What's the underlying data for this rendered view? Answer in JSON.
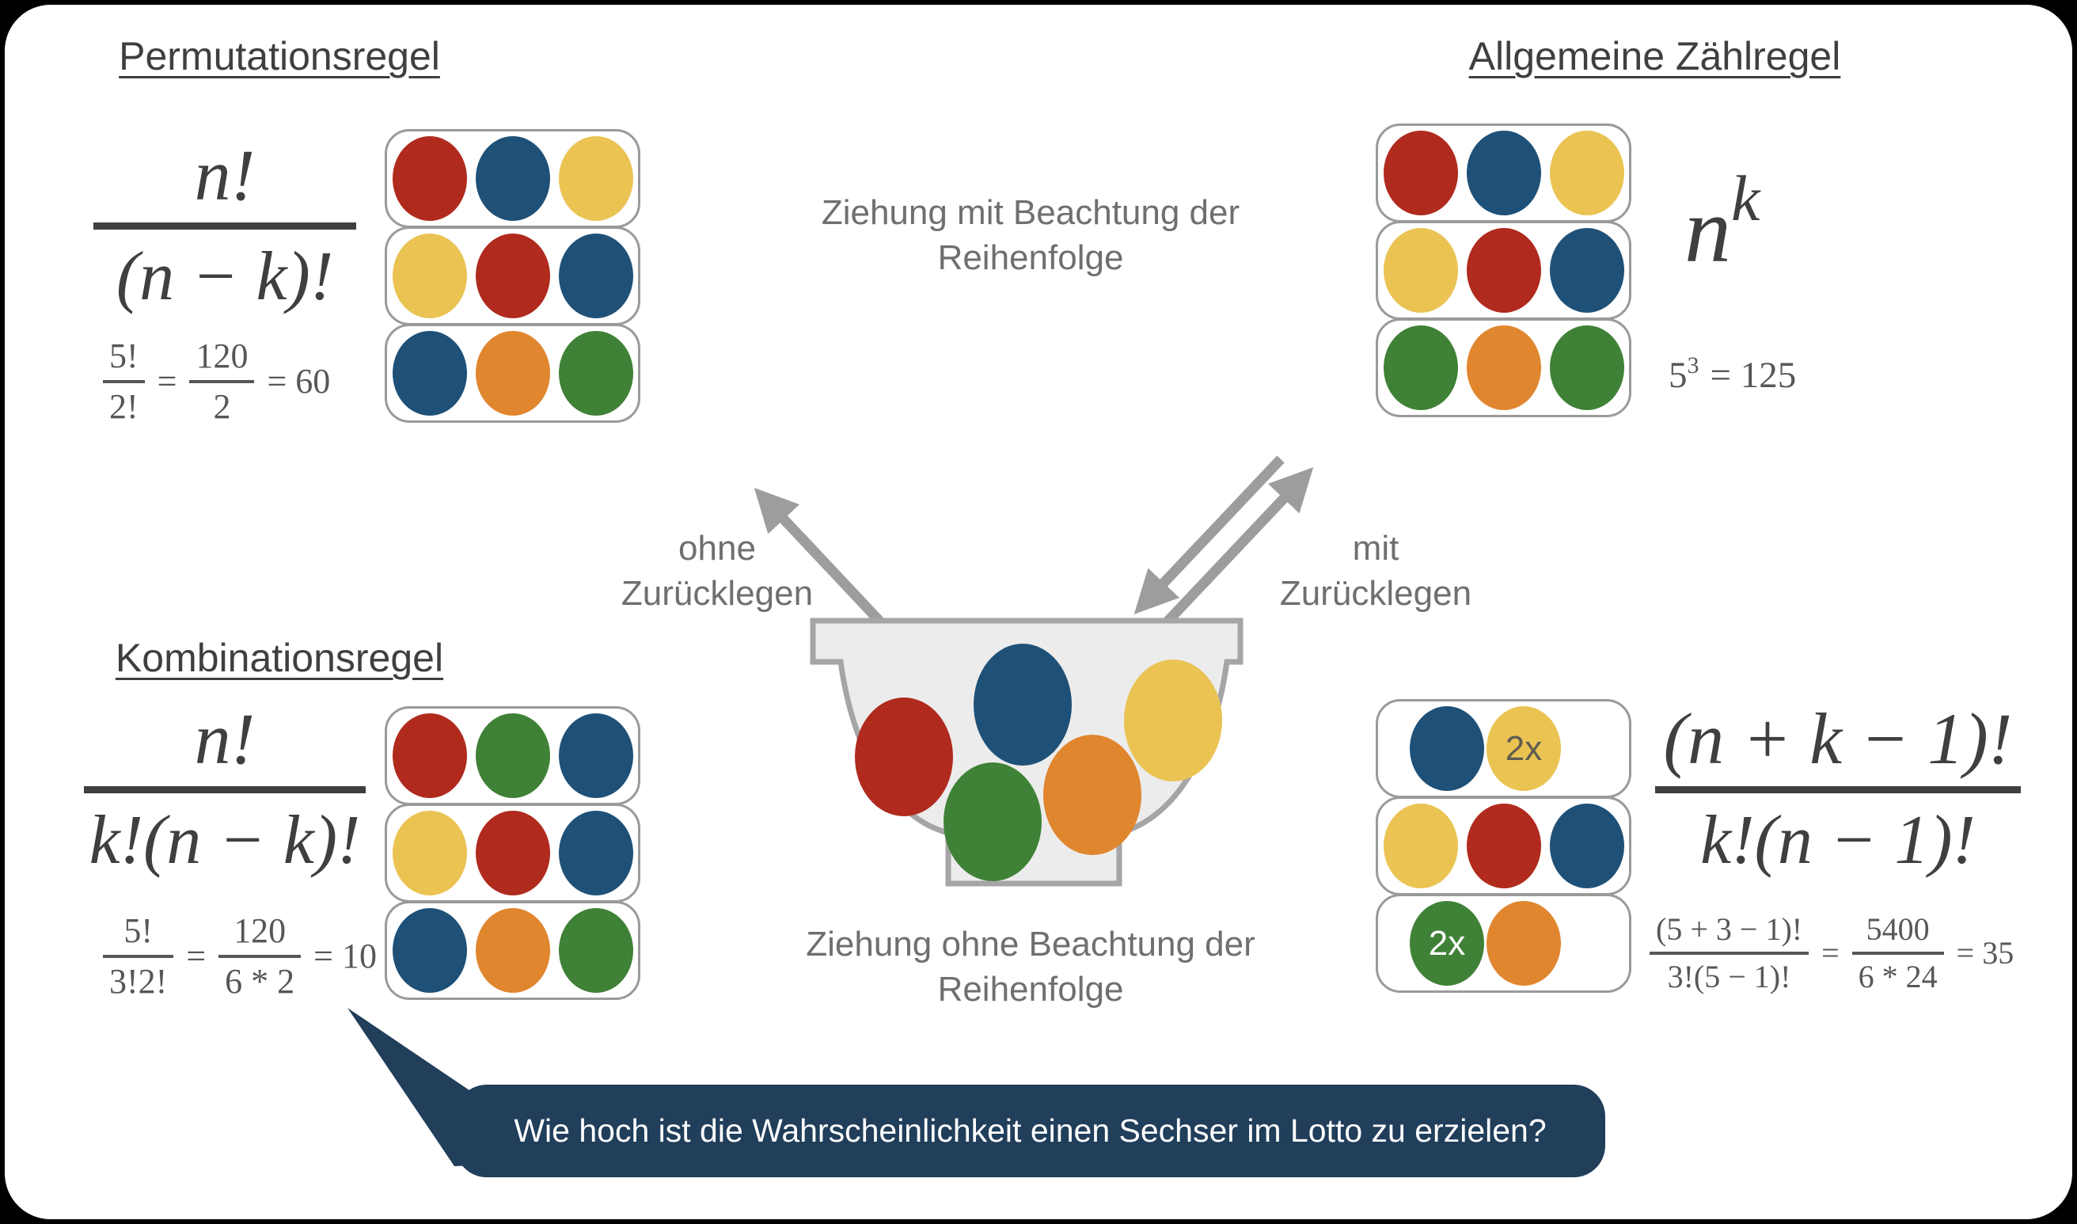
{
  "colors": {
    "red": "#b02a1e",
    "blue": "#1f5178",
    "yellow": "#eac353",
    "orange": "#e0862f",
    "green": "#3f8136",
    "ink": "#3f3f3f",
    "ink-soft": "#575757",
    "label": "#6f6f6f",
    "arrow": "#9d9d9d",
    "row-border": "#9a9a9a",
    "bowl-fill": "#ececec",
    "bowl-stroke": "#a5a5a5",
    "bubble": "#213e5b",
    "bubble-text": "#ffffff",
    "canvas": "#ffffff",
    "page": "#000000"
  },
  "panels": {
    "permutation": {
      "title": "Permutationsregel",
      "formula": {
        "numerator": "n!",
        "denominator": "(n − k)!"
      },
      "example": {
        "num1": "5!",
        "den1": "2!",
        "eq1": "=",
        "num2": "120",
        "den2": "2",
        "result": "= 60"
      },
      "rows": [
        [
          "red",
          "blue",
          "yellow"
        ],
        [
          "yellow",
          "red",
          "blue"
        ],
        [
          "blue",
          "orange",
          "green"
        ]
      ]
    },
    "zaehlregel": {
      "title": "Allgemeine Zählregel",
      "formula": {
        "base": "n",
        "exponent": "k"
      },
      "example": {
        "base": "5",
        "exponent": "3",
        "result": "= 125"
      },
      "rows": [
        [
          "red",
          "blue",
          "yellow"
        ],
        [
          "yellow",
          "red",
          "blue"
        ],
        [
          "green",
          "orange",
          "green"
        ]
      ]
    },
    "kombination": {
      "title": "Kombinationsregel",
      "formula": {
        "numerator": "n!",
        "denominator": "k!(n − k)!"
      },
      "example": {
        "num1": "5!",
        "den1": "3!2!",
        "eq1": "=",
        "num2": "120",
        "den2": "6 * 2",
        "result": "= 10"
      },
      "rows": [
        [
          "red",
          "green",
          "blue"
        ],
        [
          "yellow",
          "red",
          "blue"
        ],
        [
          "blue",
          "orange",
          "green"
        ]
      ]
    },
    "wiederholung": {
      "formula": {
        "numerator": "(n + k − 1)!",
        "denominator": "k!(n − 1)!"
      },
      "example": {
        "num1": "(5 + 3 − 1)!",
        "den1": "3!(5 − 1)!",
        "eq1": "=",
        "num2": "5400",
        "den2": "6 * 24",
        "result": "= 35"
      },
      "rows": [
        [
          {
            "color": "blue"
          },
          {
            "color": "yellow",
            "badge": "2x",
            "badge_color": "#5f5c50"
          }
        ],
        [
          {
            "color": "yellow"
          },
          {
            "color": "red"
          },
          {
            "color": "blue"
          }
        ],
        [
          {
            "color": "green",
            "badge": "2x",
            "badge_color": "#ffffff"
          },
          {
            "color": "orange"
          }
        ]
      ]
    }
  },
  "center": {
    "draw_with_order": "Ziehung mit Beachtung der\nReihenfolge",
    "draw_without_order": "Ziehung ohne Beachtung der\nReihenfolge",
    "without_replacement": "ohne\nZurücklegen",
    "with_replacement": "mit\nZurücklegen",
    "bowl_balls": [
      "red",
      "blue",
      "yellow",
      "green",
      "orange"
    ]
  },
  "question_bubble": {
    "text": "Wie hoch ist die Wahrscheinlichkeit einen Sechser im Lotto zu erzielen?"
  }
}
